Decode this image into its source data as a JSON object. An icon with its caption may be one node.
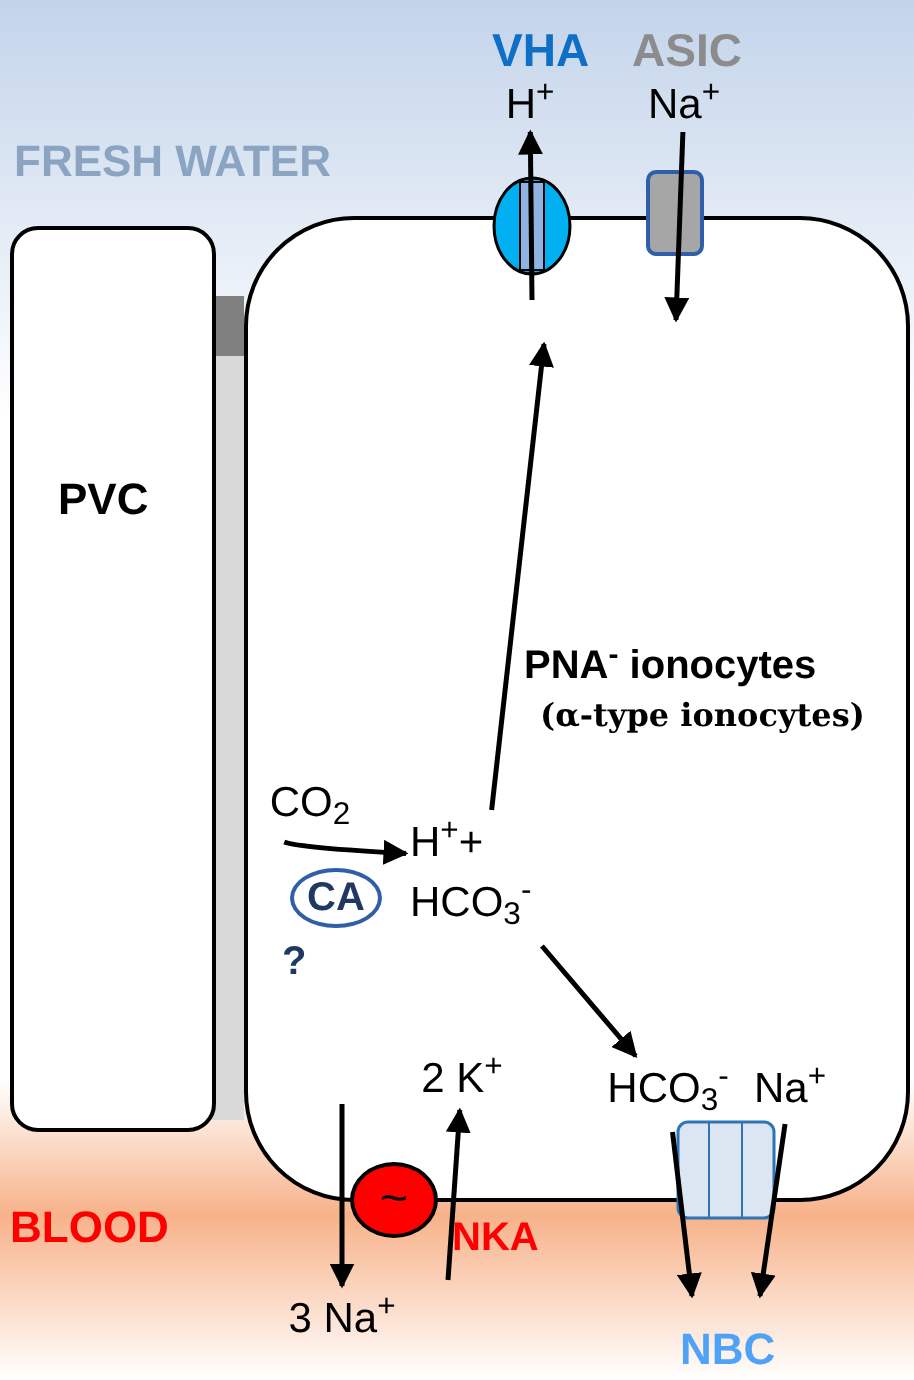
{
  "diagram": {
    "nodes": [
      {
        "text": [
          "PVC"
        ]
      },
      {
        "text": [
          "PNA$^{-}$ ionocytes",
          "(α-type ionocytes)"
        ]
      },
      {
        "text": [],
        "shape": "circle"
      },
      {
        "text": [],
        "shape": "box"
      },
      {
        "text": [
          "H$^{+}$"
        ]
      },
      {
        "text": [
          "Na$^{+}$"
        ]
      },
      {
        "text": [
          "CO$_{2}$"
        ],
        "in": 1
      },
      {
        "text": [
          "CA"
        ],
        "beside": [
          "?"
        ],
        "in": 1
      },
      {
        "text": [
          "H$^{+}$+ HCO$_{3}$$^{-}$"
        ],
        "in": 1
      },
      {
        "text": [
          "HCO$_{3}$$^{-}$"
        ],
        "in": 1
      },
      {
        "text": [
          "Na$^{+}$"
        ],
        "in": 1
      },
      {
        "text": [
          "2 K$^{+}$"
        ],
        "in": 1
      },
      {
        "text": [
          "~"
        ]
      },
      {
        "text": [
          "3 Na$^{+}$"
        ]
      },
      {
        "text": [],
        "shape": "box"
      }
    ],
    "edges": [
      {
        "from": null,
        "to": 4,
        "arrow": "to"
      },
      {
        "from": 5,
        "to": null,
        "arrow": "to"
      },
      {
        "from": 6,
        "to": 8,
        "arrow": "to"
      },
      {
        "from": 8,
        "to": null,
        "arrow": "to"
      },
      {
        "from": 8,
        "to": 9,
        "arrow": "to"
      },
      {
        "from": null,
        "to": 13,
        "arrow": "to"
      },
      {
        "from": null,
        "to": 11,
        "arrow": "to"
      },
      {
        "from": 9,
        "to": null,
        "arrow": "to"
      },
      {
        "from": 10,
        "to": null,
        "arrow": "to"
      }
    ],
    "labels": [
      "VHA",
      "ASIC",
      "FRESH WATER",
      "NKA",
      "BLOOD",
      "NBC"
    ]
  }
}
